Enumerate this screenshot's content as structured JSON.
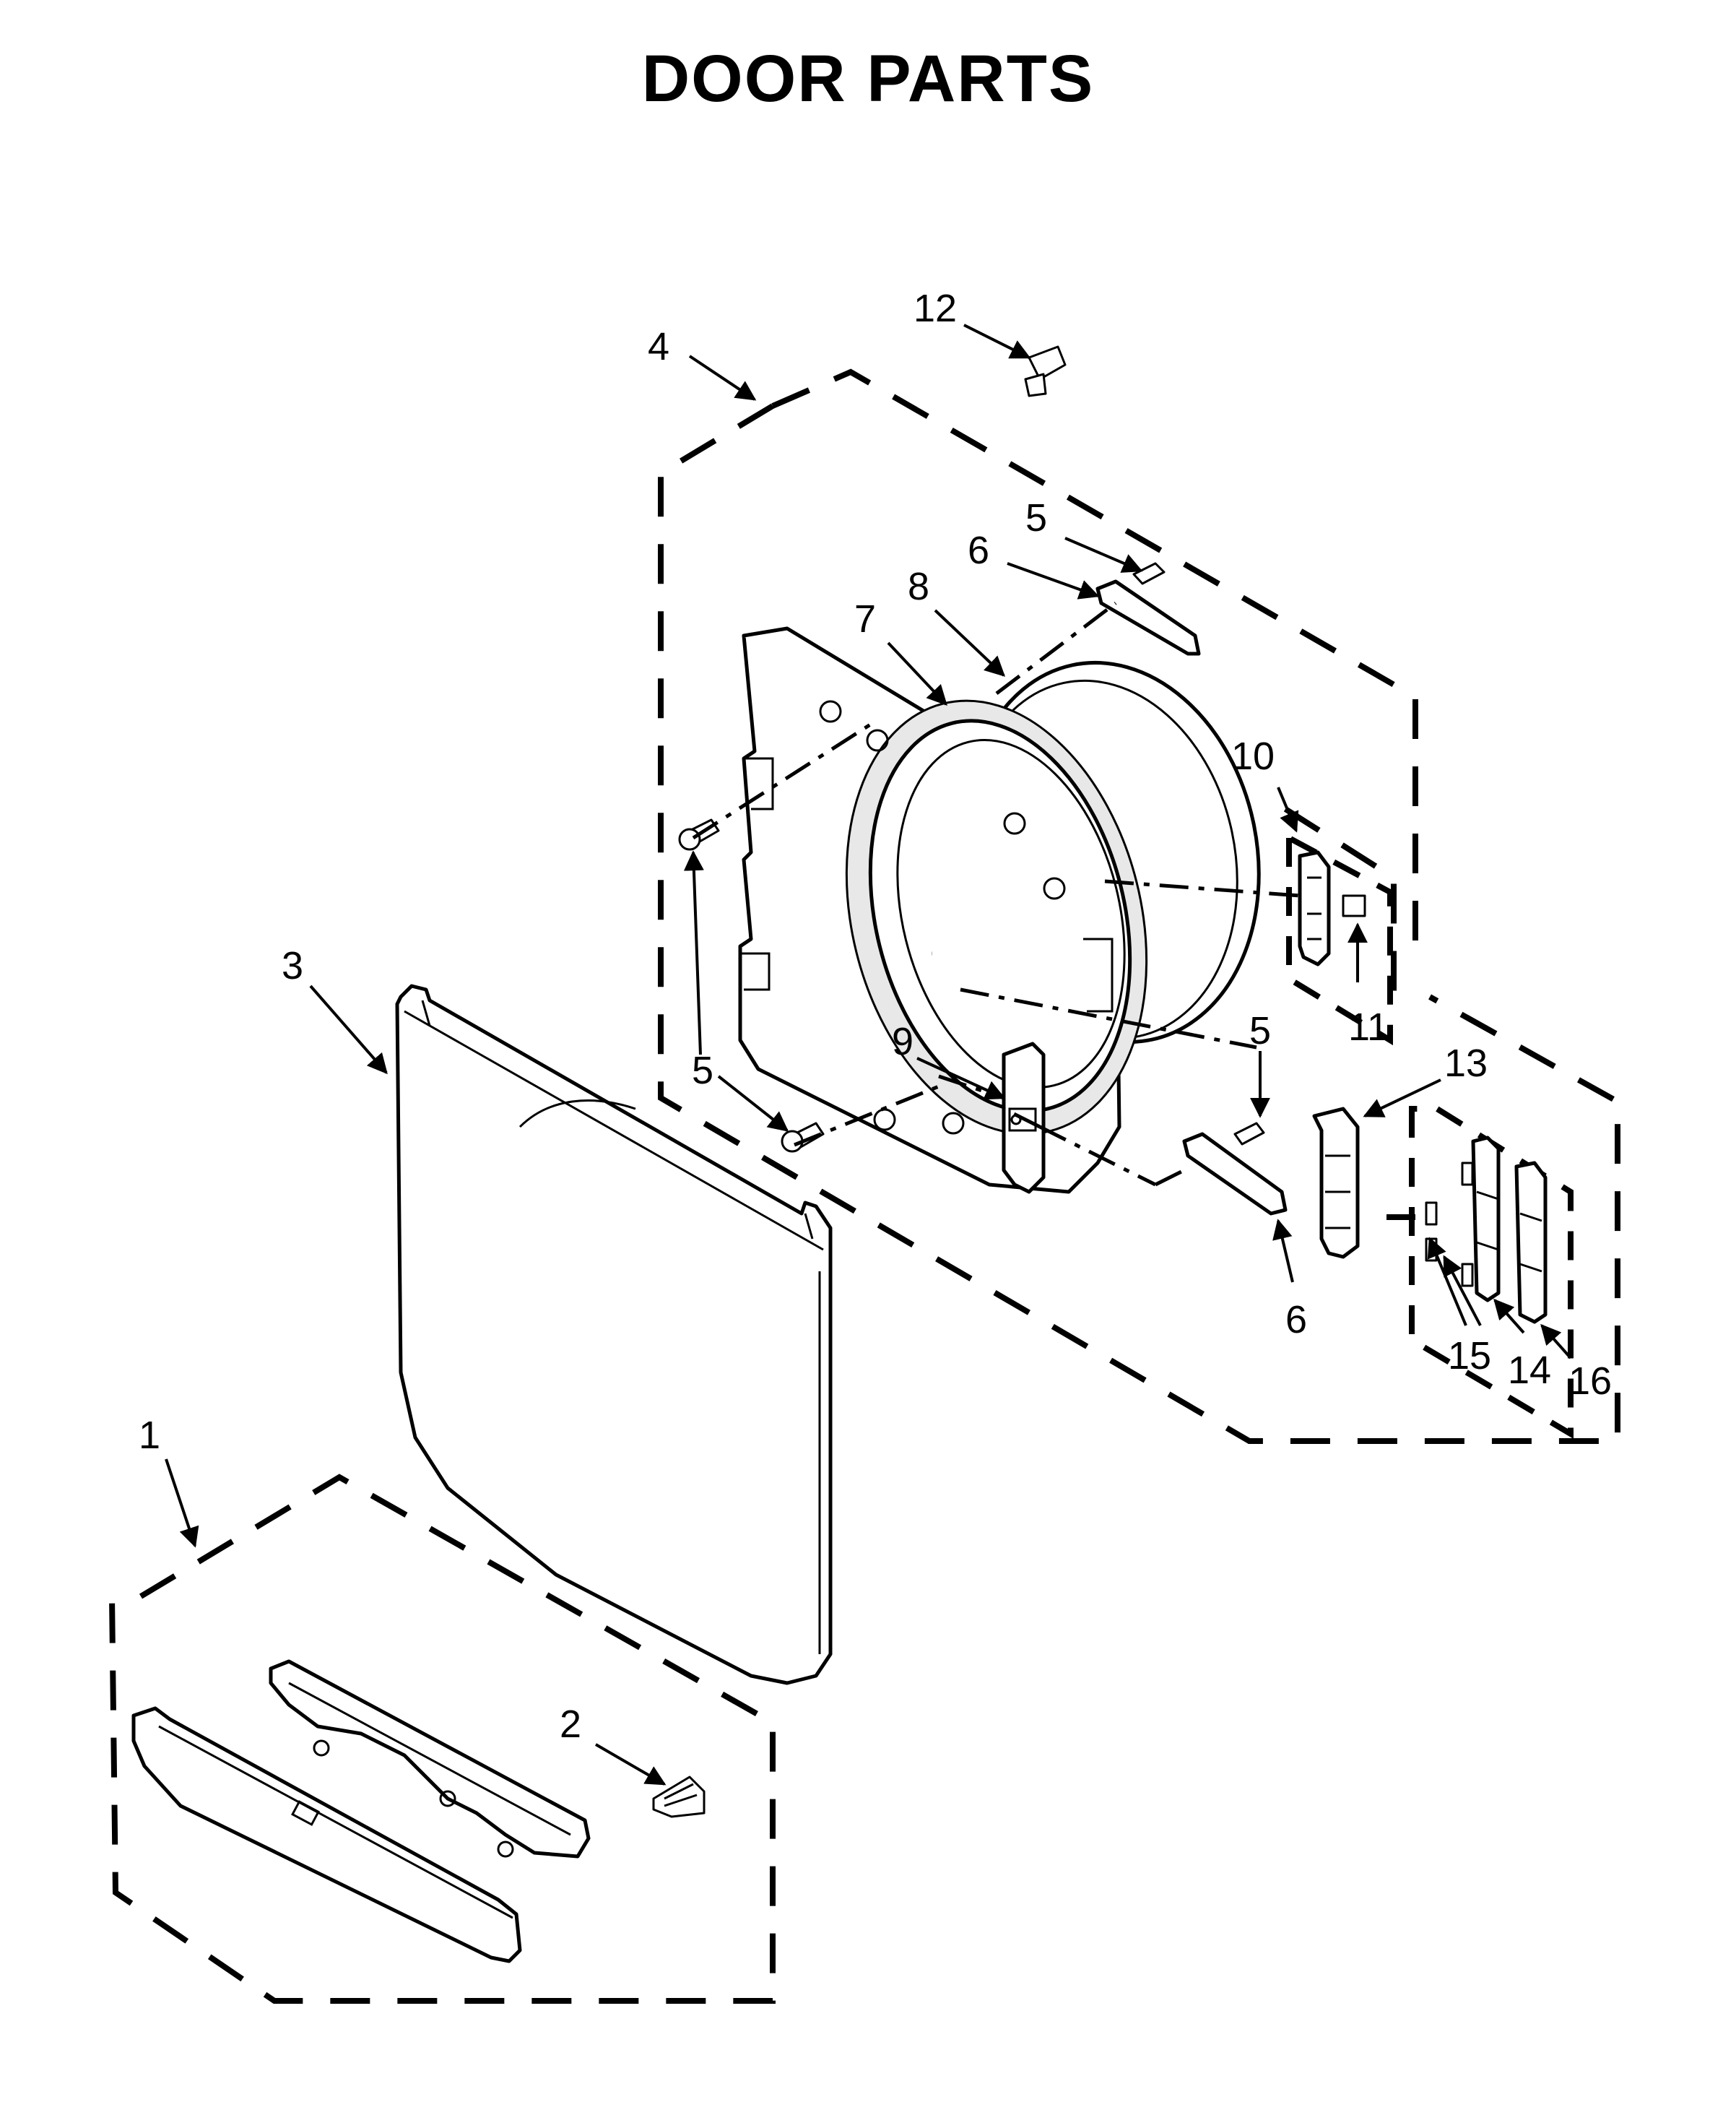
{
  "title": "DOOR PARTS",
  "callouts": [
    "1",
    "2",
    "3",
    "4",
    "5",
    "5",
    "5",
    "5",
    "6",
    "6",
    "7",
    "8",
    "9",
    "10",
    "11",
    "12",
    "13",
    "14",
    "15",
    "16"
  ]
}
